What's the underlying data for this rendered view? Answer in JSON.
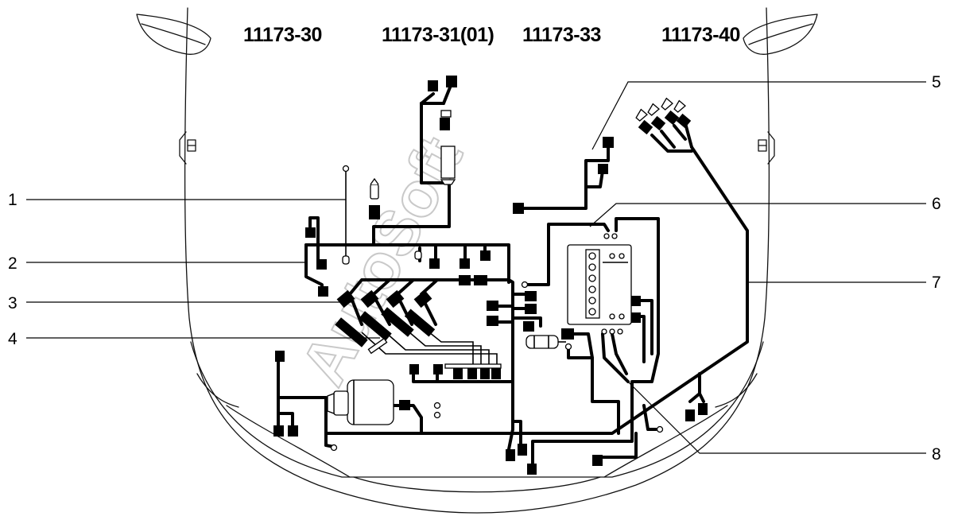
{
  "diagram": {
    "codes": [
      "11173-30",
      "11173-31(01)",
      "11173-33",
      "11173-40"
    ],
    "callouts": [
      "1",
      "2",
      "3",
      "4",
      "5",
      "6",
      "7",
      "8"
    ],
    "watermark": "AutoSoft"
  }
}
